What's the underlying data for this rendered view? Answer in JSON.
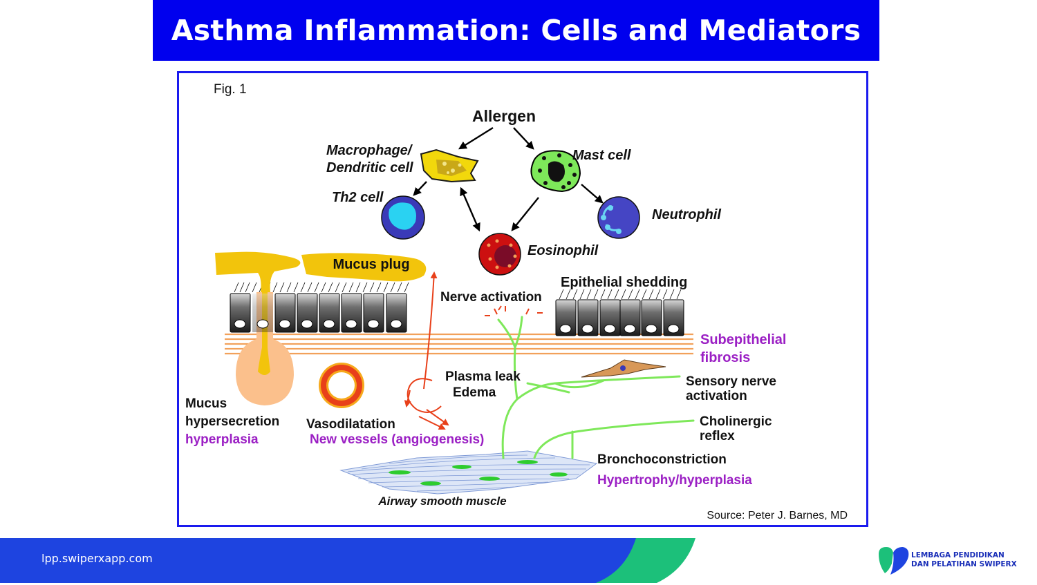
{
  "slide": {
    "title": "Asthma Inflammation: Cells and Mediators",
    "footer_url": "lpp.swiperxapp.com",
    "logo_line1": "LEMBAGA PENDIDIKAN",
    "logo_line2": "DAN PELATIHAN SWIPERX"
  },
  "figure": {
    "fig_label": "Fig. 1",
    "source": "Source:  Peter J. Barnes, MD",
    "cells": {
      "allergen": "Allergen",
      "macrophage_line1": "Macrophage/",
      "macrophage_line2": "Dendritic cell",
      "mast_cell": "Mast cell",
      "th2_cell": "Th2 cell",
      "neutrophil": "Neutrophil",
      "eosinophil": "Eosinophil"
    },
    "labels": {
      "mucus_plug": "Mucus plug",
      "nerve_activation": "Nerve activation",
      "epithelial_shedding": "Epithelial shedding",
      "subepithelial_line1": "Subepithelial",
      "subepithelial_line2": "fibrosis",
      "plasma_leak": "Plasma leak",
      "edema": "Edema",
      "sensory_line1": "Sensory nerve",
      "sensory_line2": "activation",
      "mucus": "Mucus",
      "hypersecretion": "hypersecretion",
      "hyperplasia": "hyperplasia",
      "vasodilatation": "Vasodilatation",
      "new_vessels": "New vessels (angiogenesis)",
      "cholinergic_line1": "Cholinergic",
      "cholinergic_line2": "reflex",
      "bronchoconstriction": "Bronchoconstriction",
      "hypertrophy": "Hypertrophy/hyperplasia",
      "airway_smooth_muscle": "Airway smooth muscle"
    },
    "colors": {
      "purple_text": "#9b1fc4",
      "mucus_yellow": "#f2c40c",
      "nerve_green": "#7ee85a",
      "fibrosis_orange": "#f2a15a",
      "vessel_red": "#e8401a"
    }
  }
}
